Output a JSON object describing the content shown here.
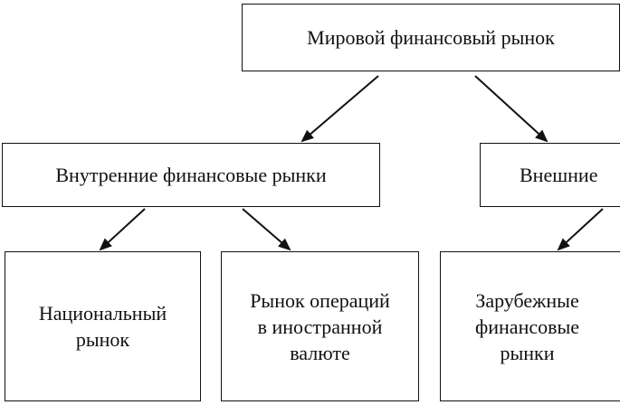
{
  "diagram": {
    "root": {
      "label": "Мировой финансовый рынок"
    },
    "internal": {
      "label": "Внутренние финансовые рынки"
    },
    "external": {
      "label": "Внешние"
    },
    "national": {
      "label": "Национальный\nрынок"
    },
    "foreign_currency_ops": {
      "label": "Рынок операций\nв иностранной\nвалюте"
    },
    "foreign_markets": {
      "label": "Зарубежные\nфинансовые\nрынки"
    }
  }
}
